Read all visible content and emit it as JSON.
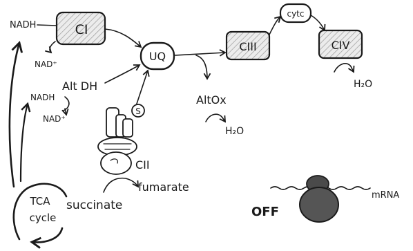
{
  "labels": {
    "nadh_top": "NADH",
    "nad_top": "NAD⁺",
    "complex_1": "CI",
    "uq": "UQ",
    "alt_dh": "Alt DH",
    "nadh_mid": "NADH",
    "nad_mid": "NAD⁺",
    "complex_3": "CIII",
    "cytc": "cytc",
    "complex_4": "CIV",
    "h2o_civ": "H₂O",
    "alt_ox": "AltOx",
    "h2o_altox": "H₂O",
    "s_marker": "S",
    "complex_2": "CII",
    "fumarate": "fumarate",
    "succinate": "succinate",
    "tca_line1": "TCA",
    "tca_line2": "cycle",
    "off": "OFF",
    "mrna": "mRNA"
  }
}
